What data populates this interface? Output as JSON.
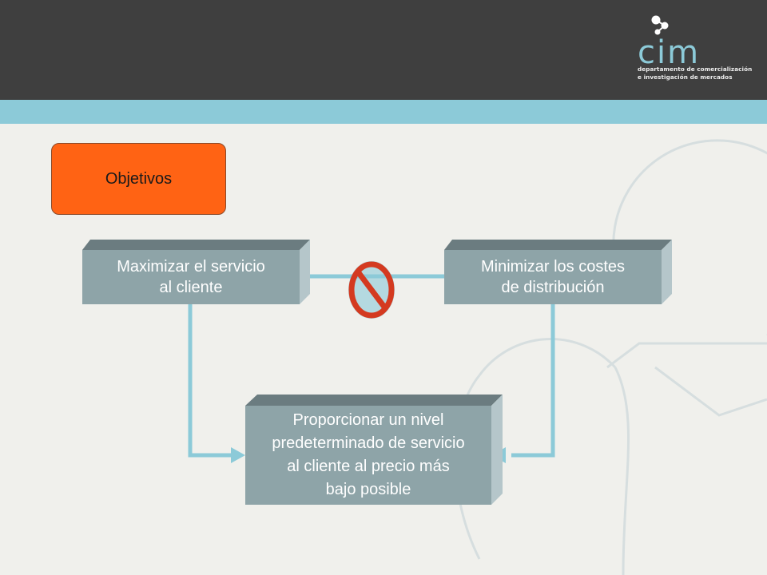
{
  "logo": {
    "mark": "cim",
    "subtitle_line1": "departamento de comercialización",
    "subtitle_line2": "e investigación de mercados"
  },
  "diagram": {
    "title_box": "Objetivos",
    "left_box": {
      "line1": "Maximizar el servicio",
      "line2": "al cliente"
    },
    "right_box": {
      "line1": "Minimizar los costes",
      "line2": "de distribución"
    },
    "bottom_box": {
      "line1": "Proporcionar un nivel",
      "line2": "predeterminado de servicio",
      "line3": "al cliente al precio más",
      "line4": "bajo posible"
    },
    "conflict_symbol": "prohibited-icon"
  },
  "colors": {
    "header": "#3f3f3f",
    "band": "#8ccad8",
    "background": "#f0f0ec",
    "accent_orange": "#ff6314",
    "box_face": "#8ea4a8",
    "connector": "#8ccad8",
    "prohibit_red": "#d43a20"
  }
}
